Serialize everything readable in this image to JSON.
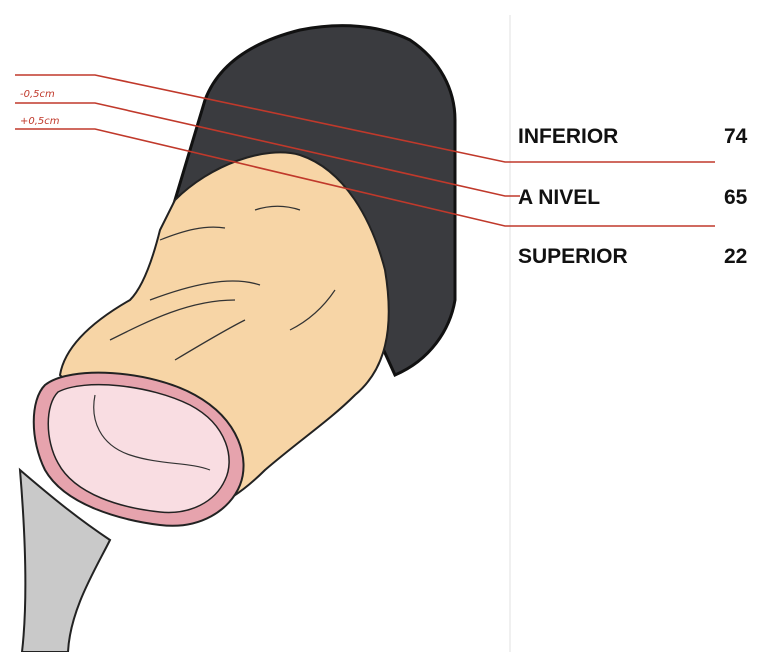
{
  "annotations": {
    "minus": "-0,5cm",
    "plus": "+0,5cm"
  },
  "levels": [
    {
      "label": "INFERIOR",
      "value": "74"
    },
    {
      "label": "A NIVEL",
      "value": "65"
    },
    {
      "label": "SUPERIOR",
      "value": "22"
    }
  ],
  "colors": {
    "line": "#c0392b",
    "device": "#3a3b3f",
    "skin": "#f7d5a6",
    "lumen": "#f9dde2",
    "rim": "#e6a3ad",
    "handle": "#c9c9c9",
    "outline": "#222222"
  }
}
